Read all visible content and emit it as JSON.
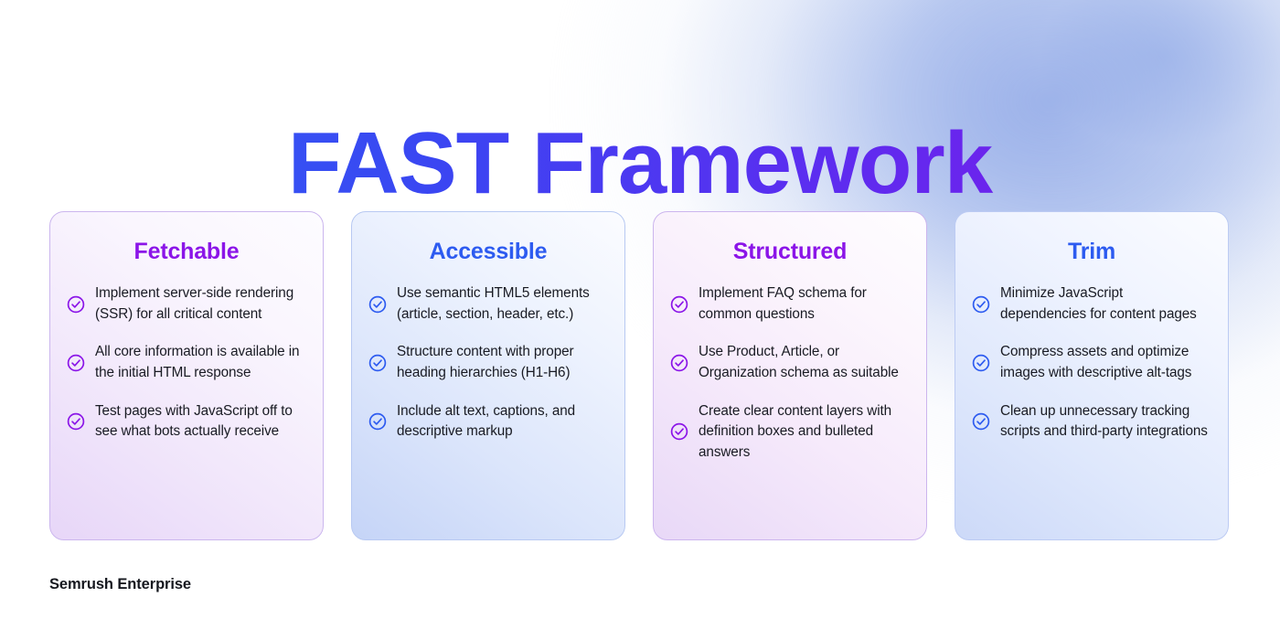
{
  "title": "FAST Framework",
  "footer": "Semrush Enterprise",
  "icons": {
    "check": "check-circle-icon"
  },
  "colors": {
    "title_gradient_start": "#2f62f5",
    "title_gradient_end": "#8317e8",
    "purple_accent": "#8b15e8",
    "blue_accent": "#2d5bf0",
    "body_text": "#191b23",
    "footer_text": "#16181f"
  },
  "cards": [
    {
      "title": "Fetchable",
      "accent": "#8b15e8",
      "bullets": [
        "Implement server-side rendering (SSR) for all critical content",
        "All core information is available in the initial HTML response",
        "Test pages with JavaScript off to see what bots actually receive"
      ]
    },
    {
      "title": "Accessible",
      "accent": "#2d5bf0",
      "bullets": [
        "Use semantic HTML5 elements (article, section, header, etc.)",
        "Structure content with proper heading hierarchies (H1-H6)",
        "Include alt text, captions, and descriptive markup"
      ]
    },
    {
      "title": "Structured",
      "accent": "#8b15e8",
      "bullets": [
        "Implement FAQ schema for common questions",
        "Use Product, Article, or Organization schema as suitable",
        "Create clear content layers with definition boxes and bulleted answers"
      ]
    },
    {
      "title": "Trim",
      "accent": "#2d5bf0",
      "bullets": [
        "Minimize JavaScript dependencies for content pages",
        "Compress assets and optimize images with descriptive alt-tags",
        "Clean up unnecessary tracking scripts and third-party integrations"
      ]
    }
  ]
}
